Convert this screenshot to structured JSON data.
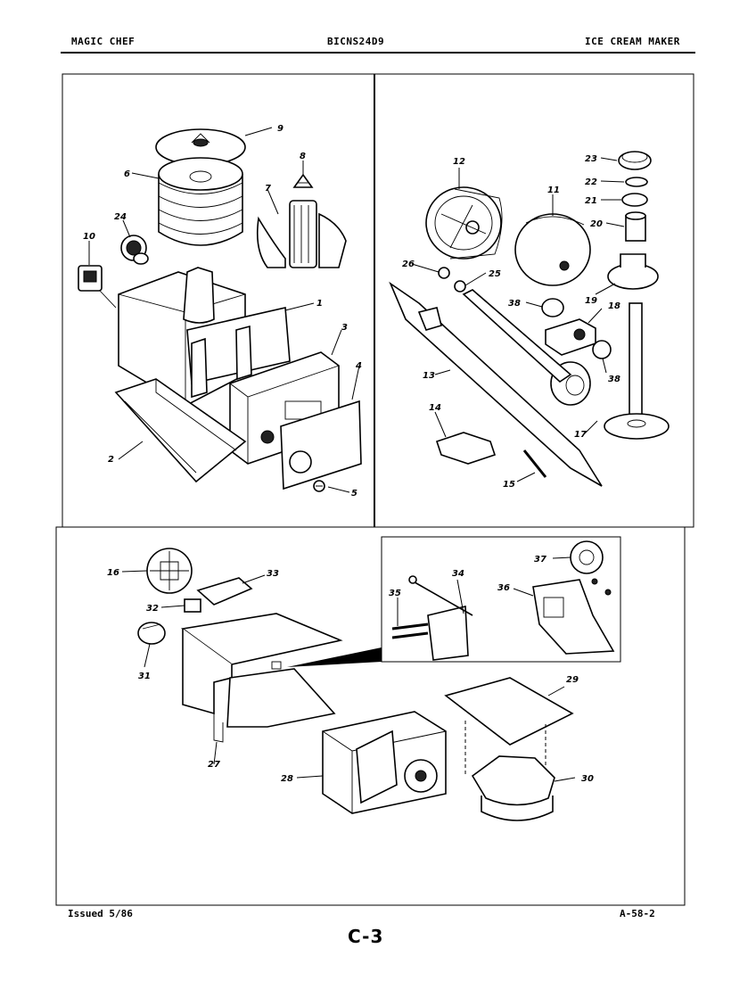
{
  "header": {
    "brand": "MAGIC CHEF",
    "model": "BICNS24D9",
    "section": "ICE CREAM MAKER"
  },
  "footer": {
    "issued": "Issued 5/86",
    "code": "A-58-2",
    "page": "C-3"
  },
  "callouts": [
    "1",
    "2",
    "3",
    "4",
    "5",
    "6",
    "7",
    "8",
    "9",
    "10",
    "11",
    "12",
    "13",
    "14",
    "15",
    "16",
    "17",
    "18",
    "19",
    "20",
    "21",
    "22",
    "23",
    "24",
    "25",
    "26",
    "27",
    "28",
    "29",
    "30",
    "31",
    "32",
    "33",
    "34",
    "35",
    "36",
    "37",
    "38",
    "38"
  ]
}
